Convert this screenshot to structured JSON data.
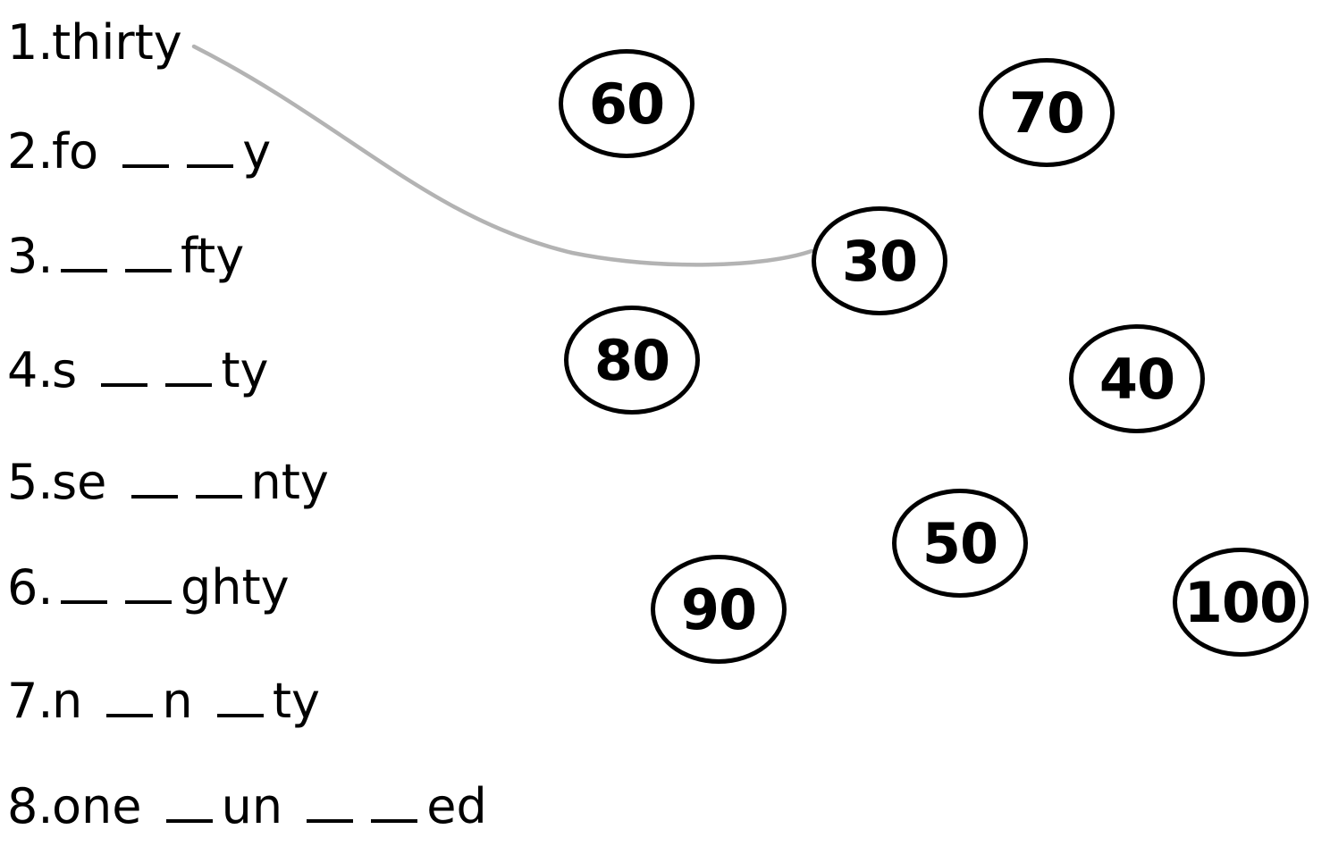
{
  "worksheet": {
    "items": [
      {
        "num": "1.",
        "segments": [
          {
            "t": "text",
            "v": "thirty"
          }
        ]
      },
      {
        "num": "2.",
        "segments": [
          {
            "t": "text",
            "v": "fo"
          },
          {
            "t": "blank"
          },
          {
            "t": "blank"
          },
          {
            "t": "text",
            "v": "y"
          }
        ]
      },
      {
        "num": "3.",
        "segments": [
          {
            "t": "blank"
          },
          {
            "t": "blank"
          },
          {
            "t": "text",
            "v": "fty"
          }
        ]
      },
      {
        "num": "4.",
        "segments": [
          {
            "t": "text",
            "v": "s"
          },
          {
            "t": "blank"
          },
          {
            "t": "blank"
          },
          {
            "t": "text",
            "v": "ty"
          }
        ]
      },
      {
        "num": "5.",
        "segments": [
          {
            "t": "text",
            "v": "se"
          },
          {
            "t": "blank"
          },
          {
            "t": "blank"
          },
          {
            "t": "text",
            "v": "nty"
          }
        ]
      },
      {
        "num": "6.",
        "segments": [
          {
            "t": "blank"
          },
          {
            "t": "blank"
          },
          {
            "t": "text",
            "v": "ghty"
          }
        ]
      },
      {
        "num": "7.",
        "segments": [
          {
            "t": "text",
            "v": "n"
          },
          {
            "t": "blank"
          },
          {
            "t": "text",
            "v": "n"
          },
          {
            "t": "blank"
          },
          {
            "t": "text",
            "v": "ty"
          }
        ]
      },
      {
        "num": "8.",
        "segments": [
          {
            "t": "text",
            "v": "one"
          },
          {
            "t": "blank"
          },
          {
            "t": "text",
            "v": "un"
          },
          {
            "t": "blank"
          },
          {
            "t": "blank"
          },
          {
            "t": "text",
            "v": "ed"
          }
        ]
      }
    ],
    "circles": [
      "60",
      "70",
      "30",
      "80",
      "40",
      "50",
      "90",
      "100"
    ],
    "example_connection": {
      "from_item": "1",
      "to_circle": "30"
    },
    "colors": {
      "text": "#000000",
      "circle_border": "#000000",
      "connector_line": "#b3b3b3"
    }
  }
}
